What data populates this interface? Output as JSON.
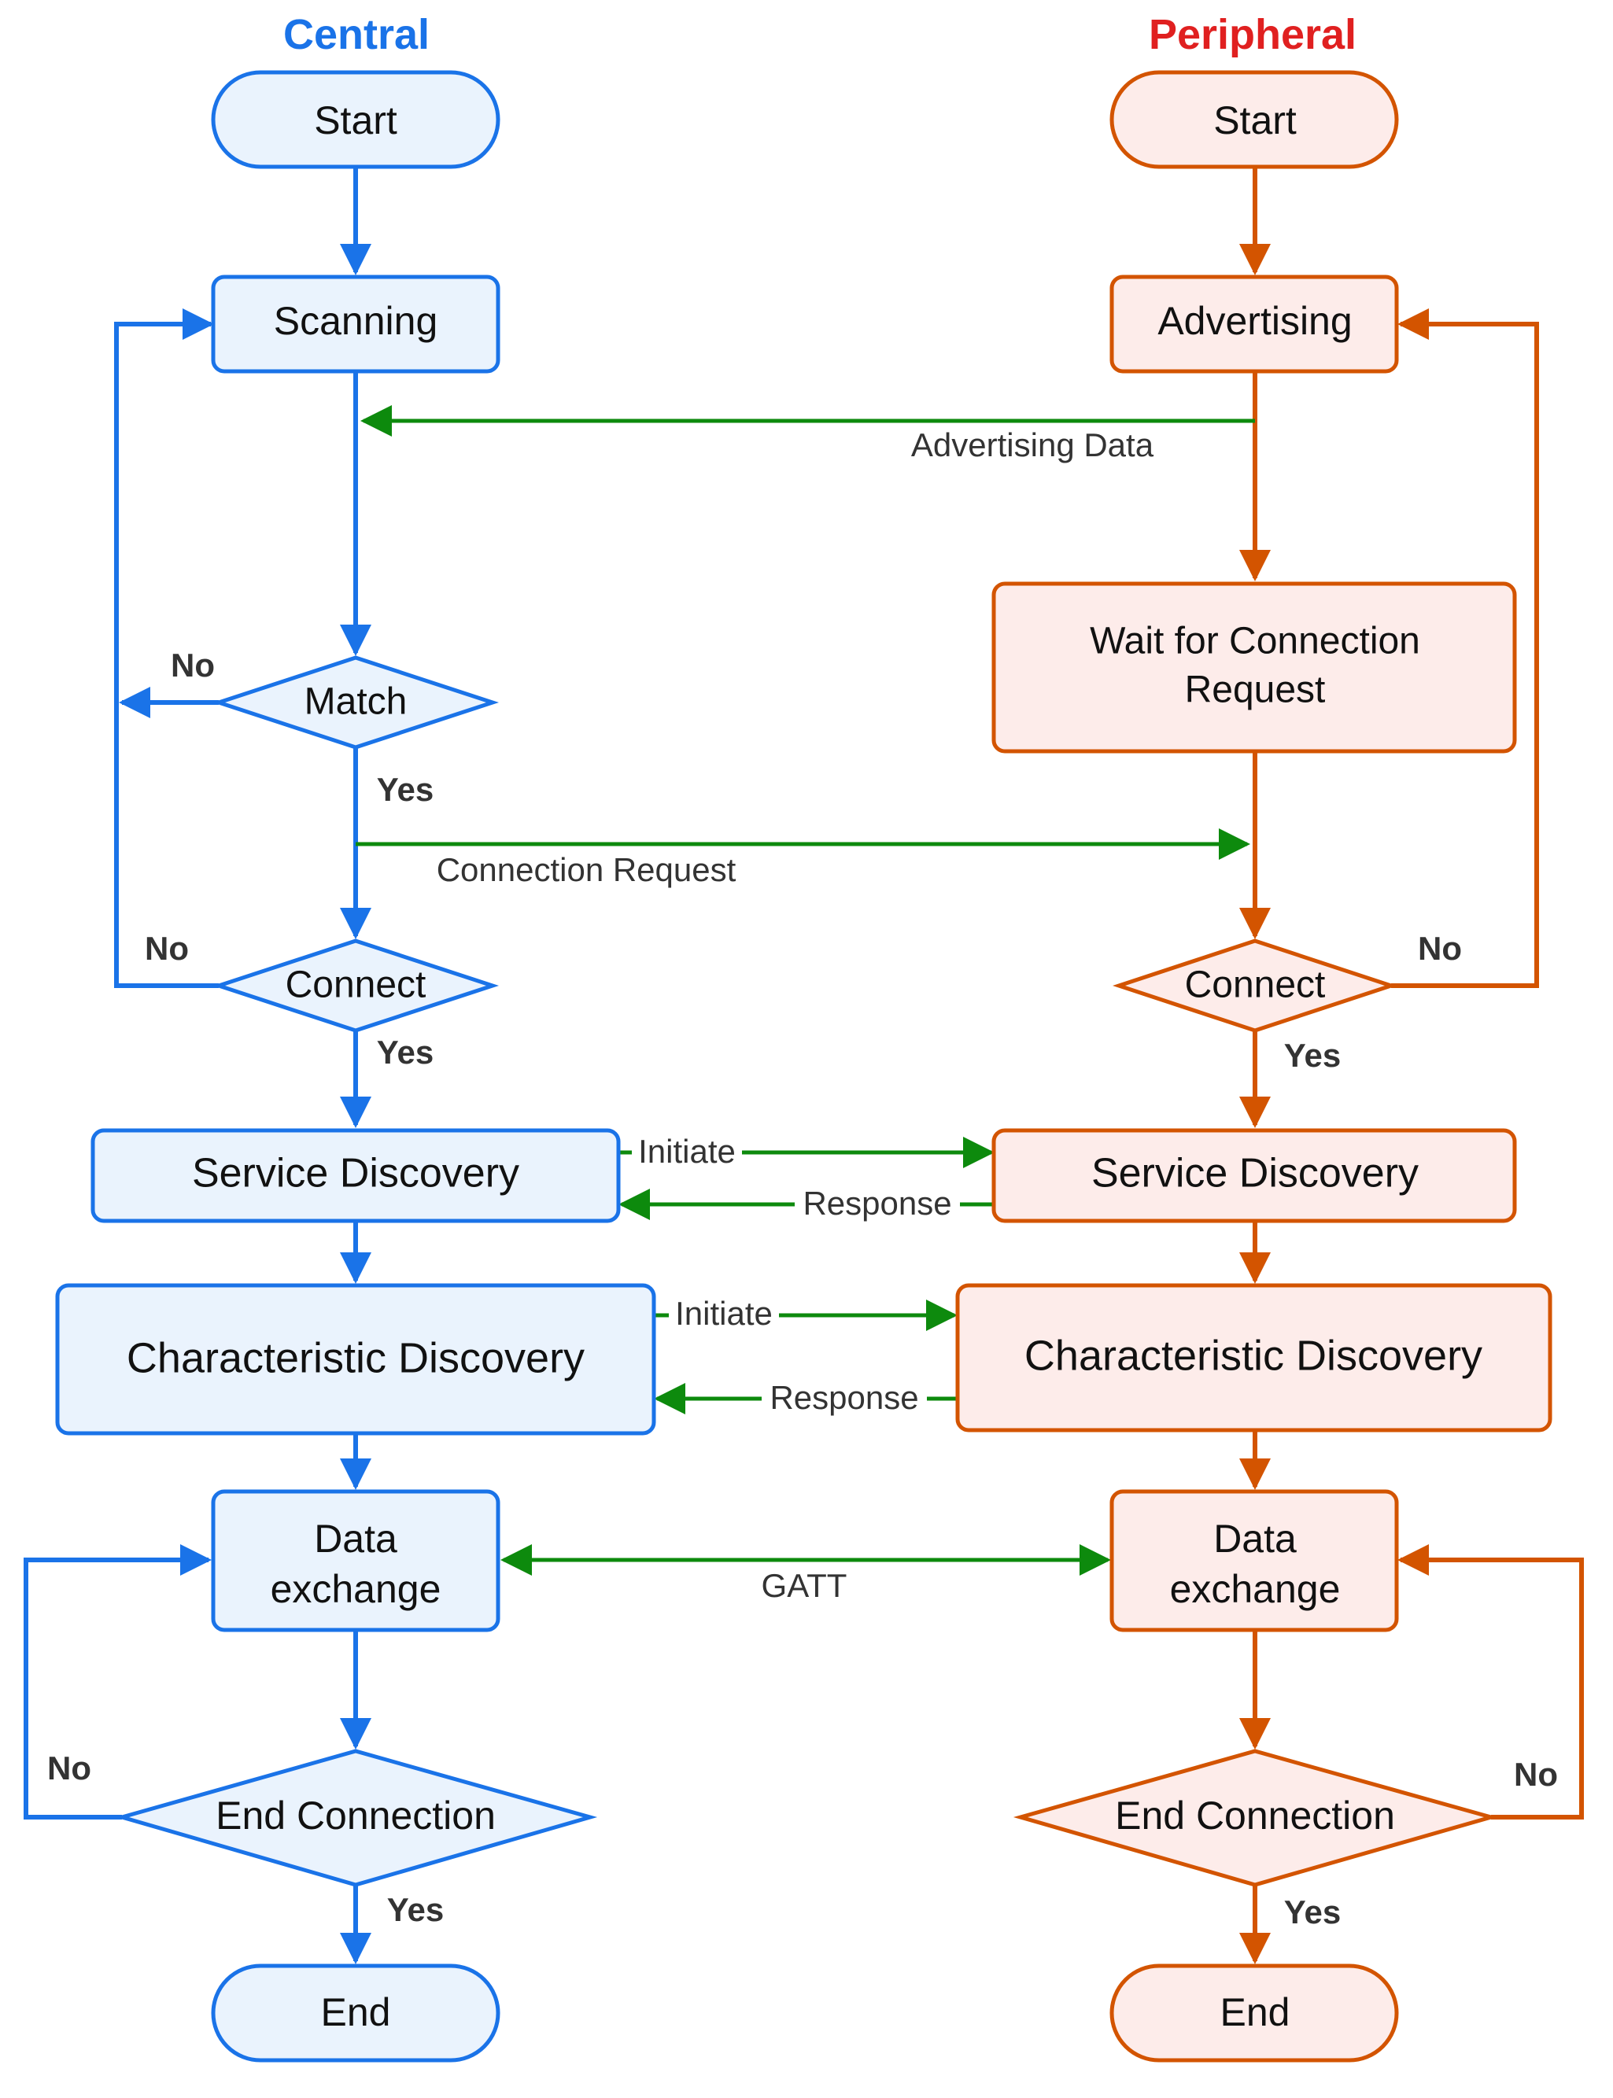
{
  "colors": {
    "central_stroke": "#1a73e8",
    "central_fill": "#eaf3fd",
    "peripheral_stroke": "#d35400",
    "peripheral_fill": "#fdecea",
    "peripheral_title": "#e02020",
    "message": "#0d8a0d"
  },
  "lanes": {
    "central": "Central",
    "peripheral": "Peripheral"
  },
  "central": {
    "start": "Start",
    "scanning": "Scanning",
    "match": "Match",
    "connect": "Connect",
    "service_discovery": "Service Discovery",
    "characteristic_discovery": "Characteristic Discovery",
    "data_exchange": [
      "Data",
      "exchange"
    ],
    "end_connection": "End Connection",
    "end": "End"
  },
  "peripheral": {
    "start": "Start",
    "advertising": "Advertising",
    "wait": [
      "Wait for Connection",
      "Request"
    ],
    "connect": "Connect",
    "service_discovery": "Service Discovery",
    "characteristic_discovery": "Characteristic Discovery",
    "data_exchange": [
      "Data",
      "exchange"
    ],
    "end_connection": "End Connection",
    "end": "End"
  },
  "branches": {
    "yes": "Yes",
    "no": "No"
  },
  "messages": {
    "advertising_data": "Advertising Data",
    "connection_request": "Connection Request",
    "initiate": "Initiate",
    "response": "Response",
    "gatt": "GATT"
  }
}
